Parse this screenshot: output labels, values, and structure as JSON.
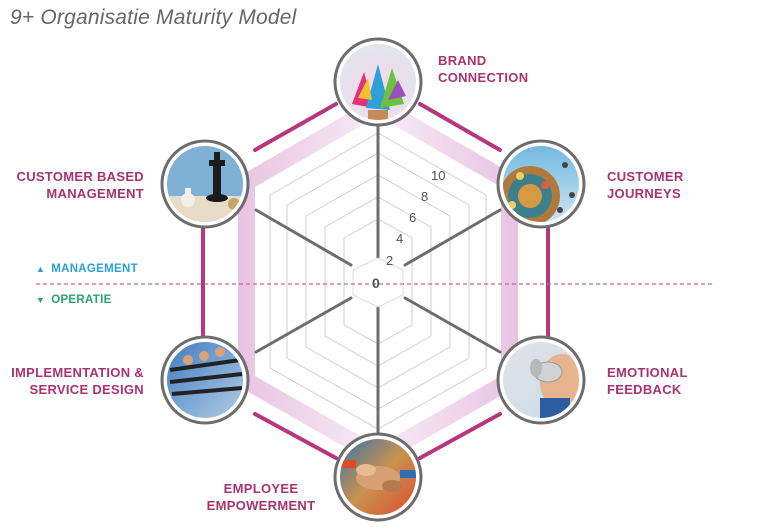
{
  "title": "9+ Organisatie Maturity Model",
  "colors": {
    "accent": "#a8336e",
    "management": "#2e9fd6",
    "operatie": "#2aa36a",
    "ring": "#6d6d6d",
    "divider": "#b04d9a"
  },
  "center_value": "0",
  "scale_labels": [
    "2",
    "4",
    "6",
    "8",
    "10"
  ],
  "divider": {
    "management": "MANAGEMENT",
    "operatie": "OPERATIE"
  },
  "dimensions": {
    "brand_connection": {
      "line1": "BRAND",
      "line2": "CONNECTION",
      "image": "shopping-bags-photo"
    },
    "customer_journeys": {
      "line1": "CUSTOMER",
      "line2": "JOURNEYS",
      "image": "carousel-ride-photo"
    },
    "emotional_feedback": {
      "line1": "EMOTIONAL",
      "line2": "FEEDBACK",
      "image": "tin-can-phone-photo"
    },
    "employee_empowerment": {
      "line1": "EMPLOYEE",
      "line2": "EMPOWERMENT",
      "image": "stacked-hands-photo"
    },
    "implementation_service_design": {
      "line1": "IMPLEMENTATION &",
      "line2": "SERVICE DESIGN",
      "image": "rowing-team-photo"
    },
    "customer_based_management": {
      "line1": "CUSTOMER BASED",
      "line2": "MANAGEMENT",
      "image": "chess-pieces-photo"
    }
  }
}
